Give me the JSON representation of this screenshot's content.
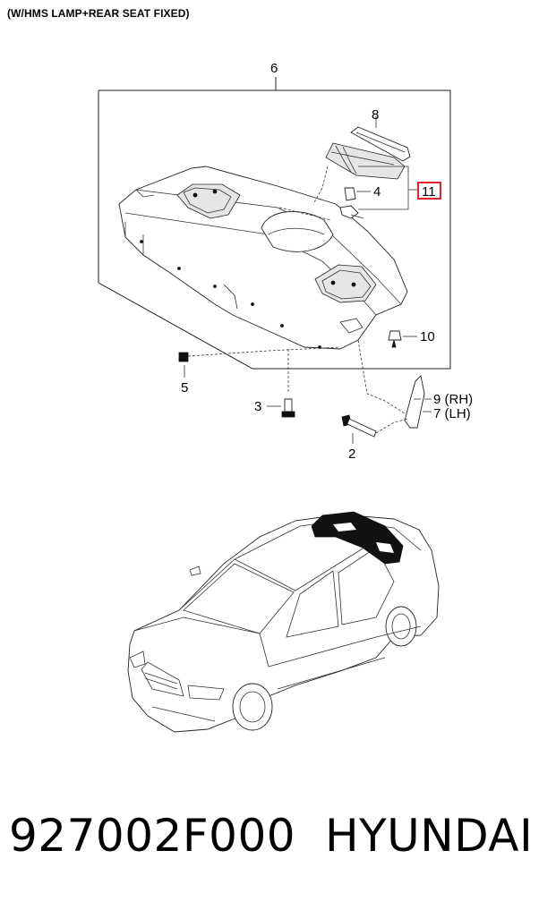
{
  "heading": "(W/HMS LAMP+REAR SEAT FIXED)",
  "callouts": {
    "c6": "6",
    "c8": "8",
    "c4": "4",
    "c11": "11",
    "c10": "10",
    "c5": "5",
    "c3": "3",
    "c9": "9 (RH)",
    "c7": "7 (LH)",
    "c2": "2"
  },
  "highlight_color": "#e0242a",
  "footer": {
    "part_number": "927002F000",
    "brand": "HYUNDAI"
  }
}
